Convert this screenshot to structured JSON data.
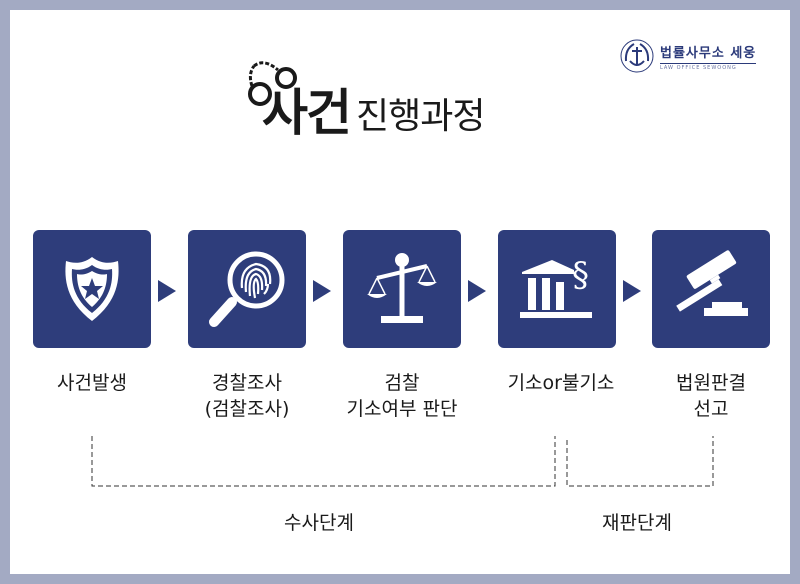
{
  "title": {
    "bold": "사건",
    "light": "진행과정"
  },
  "logo": {
    "name": "법률사무소 세웅",
    "subtitle": "LAW OFFICE SEWOONG",
    "emblem": "anchor-wreath-emblem"
  },
  "steps": [
    {
      "label": "사건발생",
      "icon": "police-badge-icon"
    },
    {
      "label": "경찰조사\n(검찰조사)",
      "icon": "fingerprint-magnifier-icon"
    },
    {
      "label": "검찰\n기소여부 판단",
      "icon": "balance-scale-icon"
    },
    {
      "label": "기소or불기소",
      "icon": "courthouse-section-icon"
    },
    {
      "label": "법원판결\n선고",
      "icon": "gavel-icon"
    }
  ],
  "phases": [
    {
      "label": "수사단계"
    },
    {
      "label": "재판단계"
    }
  ],
  "colors": {
    "box": "#2e3d7b",
    "arrow": "#2e3d7b",
    "frame": "#a3aac3",
    "icon": "#ffffff"
  }
}
